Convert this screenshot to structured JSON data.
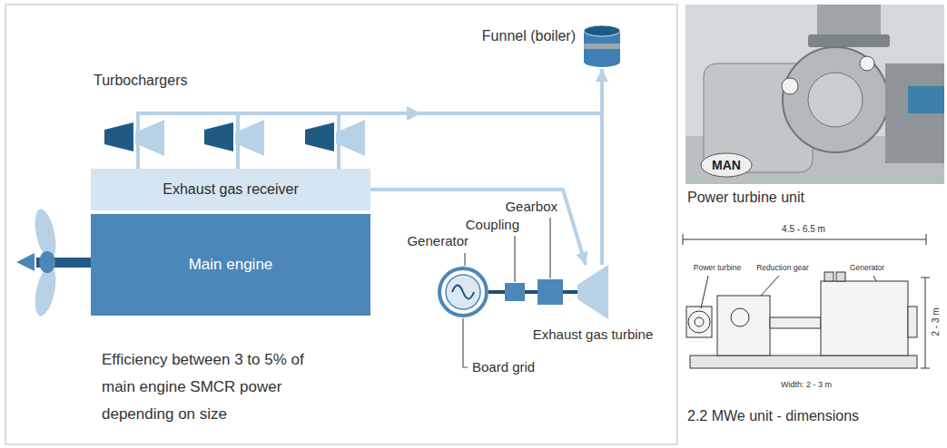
{
  "diagram": {
    "nodes": [
      {
        "text": [
          "Funnel (boiler)"
        ]
      },
      {
        "text": [
          "Exhaust gas receiver"
        ]
      },
      {
        "text": [
          "Main engine"
        ]
      },
      {
        "text": [
          "Generator"
        ]
      },
      {
        "text": [
          "Coupling"
        ]
      },
      {
        "text": [
          "Gearbox"
        ]
      },
      {
        "text": [
          "Exhaust gas turbine"
        ]
      }
    ],
    "edges": [
      {
        "from": 1,
        "to": 6,
        "arrow": "to"
      },
      {
        "from": 6,
        "to": 0,
        "arrow": "to"
      },
      {
        "from": 3,
        "to": 4,
        "arrow": "none"
      },
      {
        "from": 4,
        "to": 5,
        "arrow": "none"
      },
      {
        "from": 5,
        "to": 6,
        "arrow": "none"
      }
    ],
    "labels": [
      "Turbochargers",
      "Board grid",
      "Efficiency between 3 to 5% of main engine SMCR power depending on size",
      "MAN",
      "Power turbine unit",
      "4.5 - 6.5 m",
      "Power turbine",
      "Reduction gear",
      "Generator",
      "2 - 3 m",
      "Width: 2 - 3 m",
      "2.2 MWe unit - dimensions"
    ]
  }
}
